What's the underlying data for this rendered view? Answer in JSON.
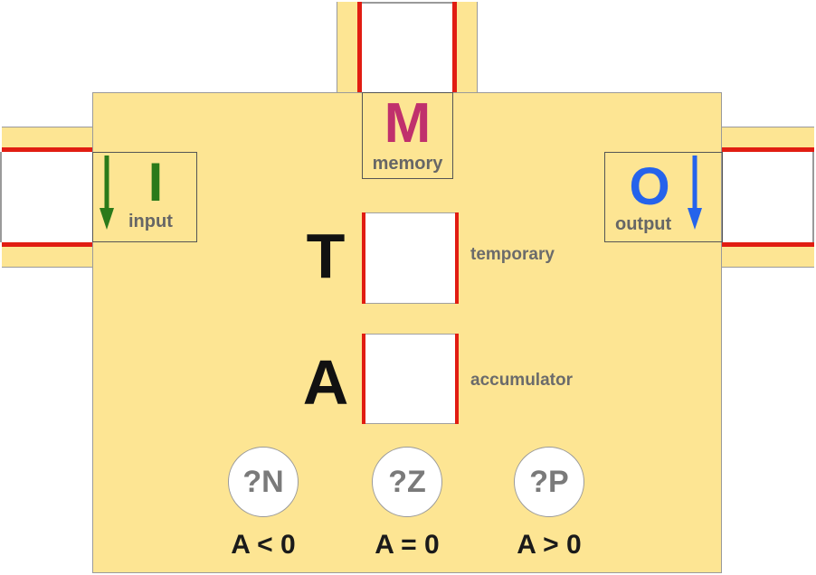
{
  "memory": {
    "letter": "M",
    "label": "memory",
    "letter_color": "#c0306c"
  },
  "input": {
    "letter": "I",
    "label": "input",
    "color": "#2a7a1a",
    "arrow_icon": "arrow-down"
  },
  "output": {
    "letter": "O",
    "label": "output",
    "color": "#2563eb",
    "arrow_icon": "arrow-down"
  },
  "registers": [
    {
      "letter": "T",
      "label": "temporary"
    },
    {
      "letter": "A",
      "label": "accumulator"
    }
  ],
  "flags": [
    {
      "label": "?N",
      "condition": "A < 0"
    },
    {
      "label": "?Z",
      "condition": "A = 0"
    },
    {
      "label": "?P",
      "condition": "A > 0"
    }
  ],
  "colors": {
    "body": "#fde593",
    "rail_red": "#e11d12"
  }
}
